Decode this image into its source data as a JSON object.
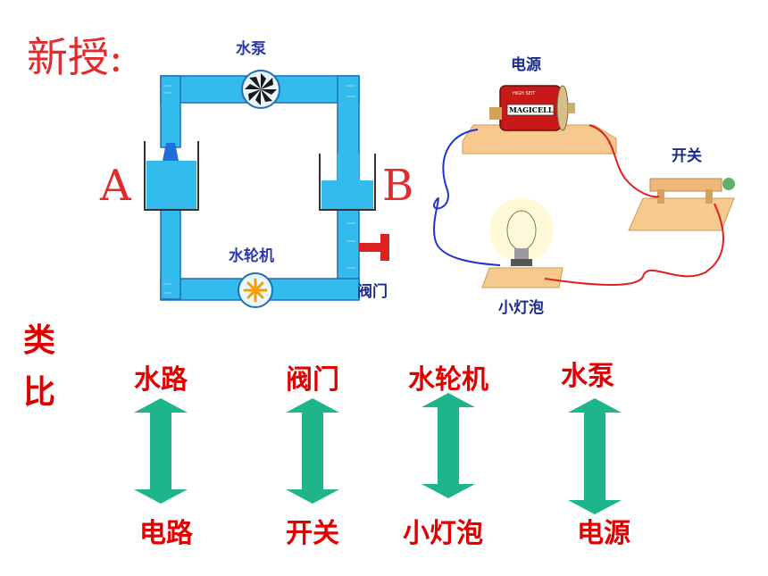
{
  "title": "新授:",
  "water": {
    "pump_label": "水泵",
    "turbine_label": "水轮机",
    "valve_label": "阀门",
    "tank_a": "A",
    "tank_b": "B"
  },
  "circuit": {
    "source_label": "电源",
    "switch_label": "开关",
    "bulb_label": "小灯泡",
    "battery_text": "MAGICELL",
    "battery_small": "HIGH SEIT"
  },
  "analogy": {
    "label_line1": "类",
    "label_line2": "比",
    "pairs": [
      {
        "top": "水路",
        "bottom": "电路"
      },
      {
        "top": "阀门",
        "bottom": "开关"
      },
      {
        "top": "水轮机",
        "bottom": "小灯泡"
      },
      {
        "top": "水泵",
        "bottom": "电源"
      }
    ]
  },
  "colors": {
    "water": "#2eb6e8",
    "water_edge": "#1f6fb8",
    "arrow": "#1fb58a",
    "red_text": "#e00000"
  }
}
